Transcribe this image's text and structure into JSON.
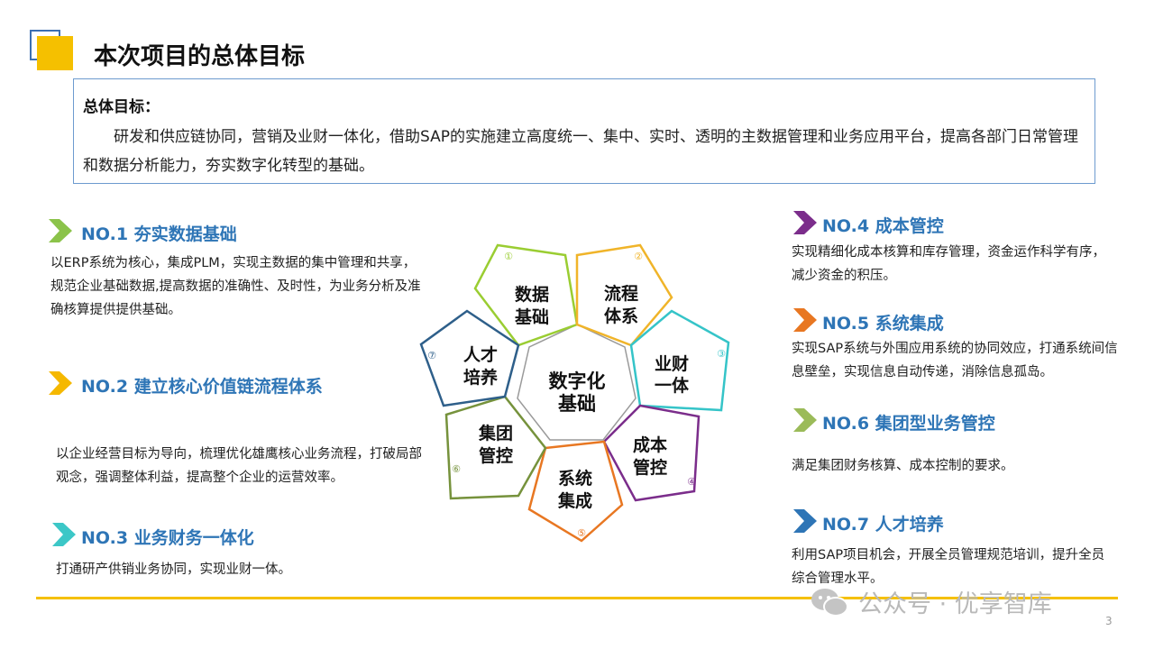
{
  "page_title": "本次项目的总体目标",
  "goal": {
    "heading": "总体目标：",
    "body": "研发和供应链协同，营销及业财一体化，借助SAP的实施建立高度统一、集中、实时、透明的主数据管理和业务应用平台，提高各部门日常管理和数据分析能力，夯实数字化转型的基础。"
  },
  "items": [
    {
      "title": "NO.1  夯实数据基础",
      "desc": "以ERP系统为核心，集成PLM，实现主数据的集中管理和共享，规范企业基础数据,提高数据的准确性、及时性，为业务分析及准确核算提供提供基础。",
      "color": "#8bc34a"
    },
    {
      "title": "NO.2  建立核心价值链流程体系",
      "desc": "以企业经营目标为导向，梳理优化雄鹰核心业务流程，打破局部观念，强调整体利益，提高整个企业的运营效率。",
      "color": "#f5b800"
    },
    {
      "title": "NO.3  业务财务一体化",
      "desc": "打通研产供销业务协同，实现业财一体。",
      "color": "#3cc7c7"
    },
    {
      "title": "NO.4  成本管控",
      "desc": "实现精细化成本核算和库存管理，资金运作科学有序，减少资金的积压。",
      "color": "#7b2d8b"
    },
    {
      "title": "NO.5  系统集成",
      "desc": "实现SAP系统与外围应用系统的协同效应，打通系统间信息壁垒，实现信息自动传递，消除信息孤岛。",
      "color": "#e87722"
    },
    {
      "title": "NO.6  集团型业务管控",
      "desc": "满足集团财务核算、成本控制的要求。",
      "color": "#9bbb59"
    },
    {
      "title": "NO.7  人才培养",
      "desc": "利用SAP项目机会，开展全员管理规范培训，提升全员综合管理水平。",
      "color": "#2e75b6"
    }
  ],
  "diagram": {
    "center": [
      "数字化",
      "基础"
    ],
    "petals": [
      {
        "num": "①",
        "lines": [
          "数据",
          "基础"
        ],
        "color": "#9acd32"
      },
      {
        "num": "②",
        "lines": [
          "流程",
          "体系"
        ],
        "color": "#f0b429"
      },
      {
        "num": "③",
        "lines": [
          "业财",
          "一体"
        ],
        "color": "#35c4c8"
      },
      {
        "num": "④",
        "lines": [
          "成本",
          "管控"
        ],
        "color": "#7b2d8b"
      },
      {
        "num": "⑤",
        "lines": [
          "系统",
          "集成"
        ],
        "color": "#e87722"
      },
      {
        "num": "⑥",
        "lines": [
          "集团",
          "管控"
        ],
        "color": "#76923c"
      },
      {
        "num": "⑦",
        "lines": [
          "人才",
          "培养"
        ],
        "color": "#2e5f8a"
      }
    ]
  },
  "watermark": "公众号 · 优享智库",
  "page_number": "3"
}
